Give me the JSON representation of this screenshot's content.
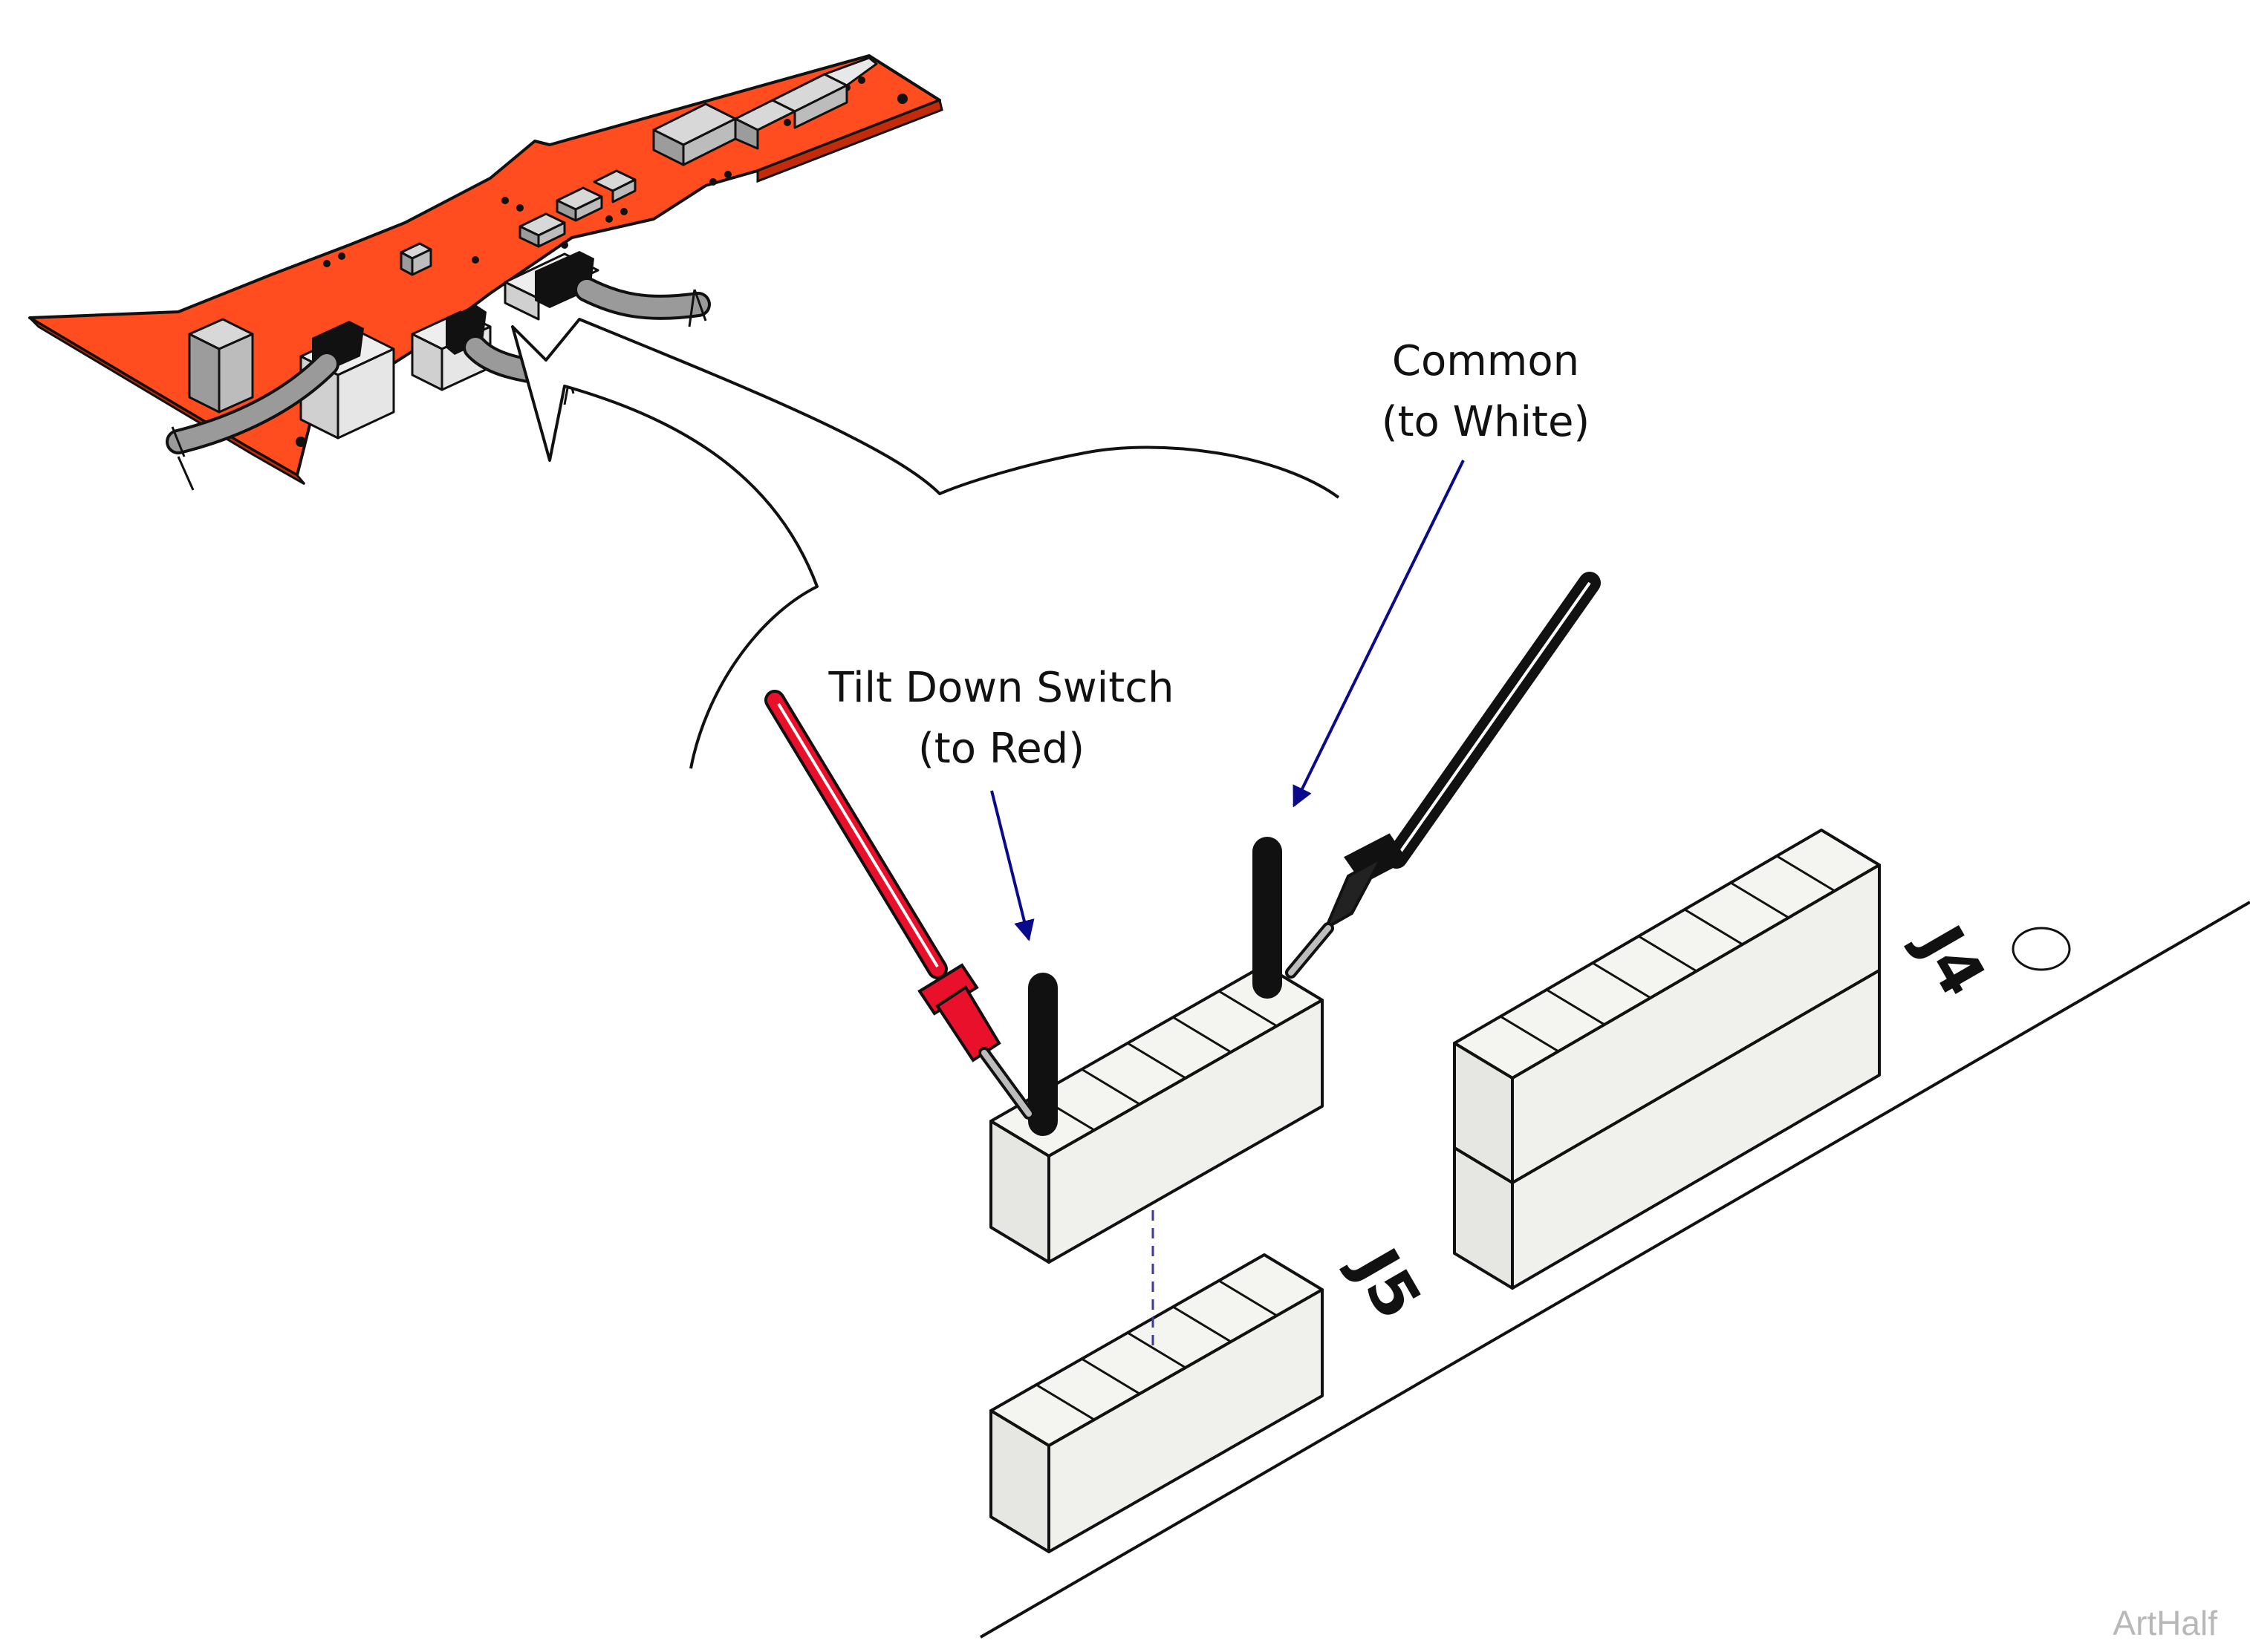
{
  "callouts": {
    "common_line1": "Common",
    "common_line2": "(to White)",
    "tilt_line1": "Tilt Down Switch",
    "tilt_line2": "(to Red)"
  },
  "connectors": {
    "j4": "J4",
    "j5": "J5"
  },
  "watermark": "ArtHalf",
  "colors": {
    "board": "#ff4d1f",
    "probe_red": "#e8102a",
    "probe_black": "#111111",
    "arrow": "#0a0a8c",
    "connector_fill": "#f0f0ec",
    "cable": "#9a9a9a"
  },
  "icons": [
    "circuit-board",
    "red-probe",
    "black-probe",
    "arrow",
    "connector"
  ]
}
